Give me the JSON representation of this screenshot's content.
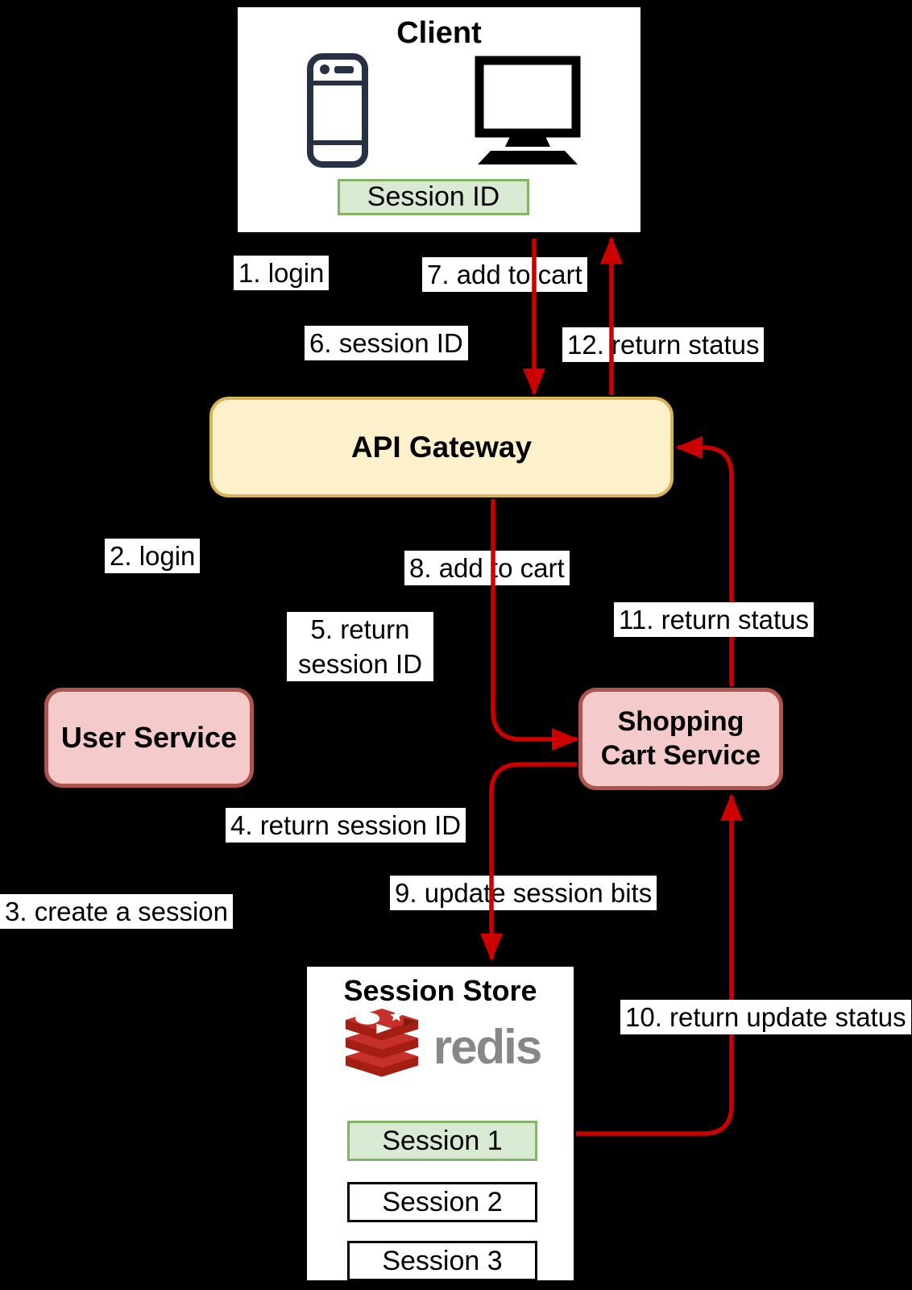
{
  "colors": {
    "arrow": "#CC0000",
    "gateway_fill": "#FCF1CB",
    "gateway_border": "#D6B656",
    "service_fill": "#F5CACA",
    "service_border": "#AE544F",
    "green_fill": "#D9EAD3",
    "green_border": "#82B366",
    "redis_red": "#C6302B",
    "redis_dark_red": "#A41E11",
    "redis_gray": "#878787"
  },
  "client": {
    "title": "Client",
    "badge": "Session ID"
  },
  "api_gateway": {
    "title": "API Gateway"
  },
  "user_service": {
    "title": "User Service"
  },
  "shopping_cart_service": {
    "title": "Shopping Cart Service"
  },
  "session_store": {
    "title": "Session Store",
    "logo_text": "redis",
    "sessions": [
      "Session 1",
      "Session 2",
      "Session 3"
    ]
  },
  "flow_labels": {
    "l1": "1. login",
    "l2": "2. login",
    "l3": "3. create a session",
    "l4": "4. return session ID",
    "l5": "5. return session ID",
    "l6": "6. session ID",
    "l7": "7. add to cart",
    "l8": "8. add to cart",
    "l9": "9. update session bits",
    "l10": "10. return update status",
    "l11": "11. return status",
    "l12": "12. return status"
  }
}
